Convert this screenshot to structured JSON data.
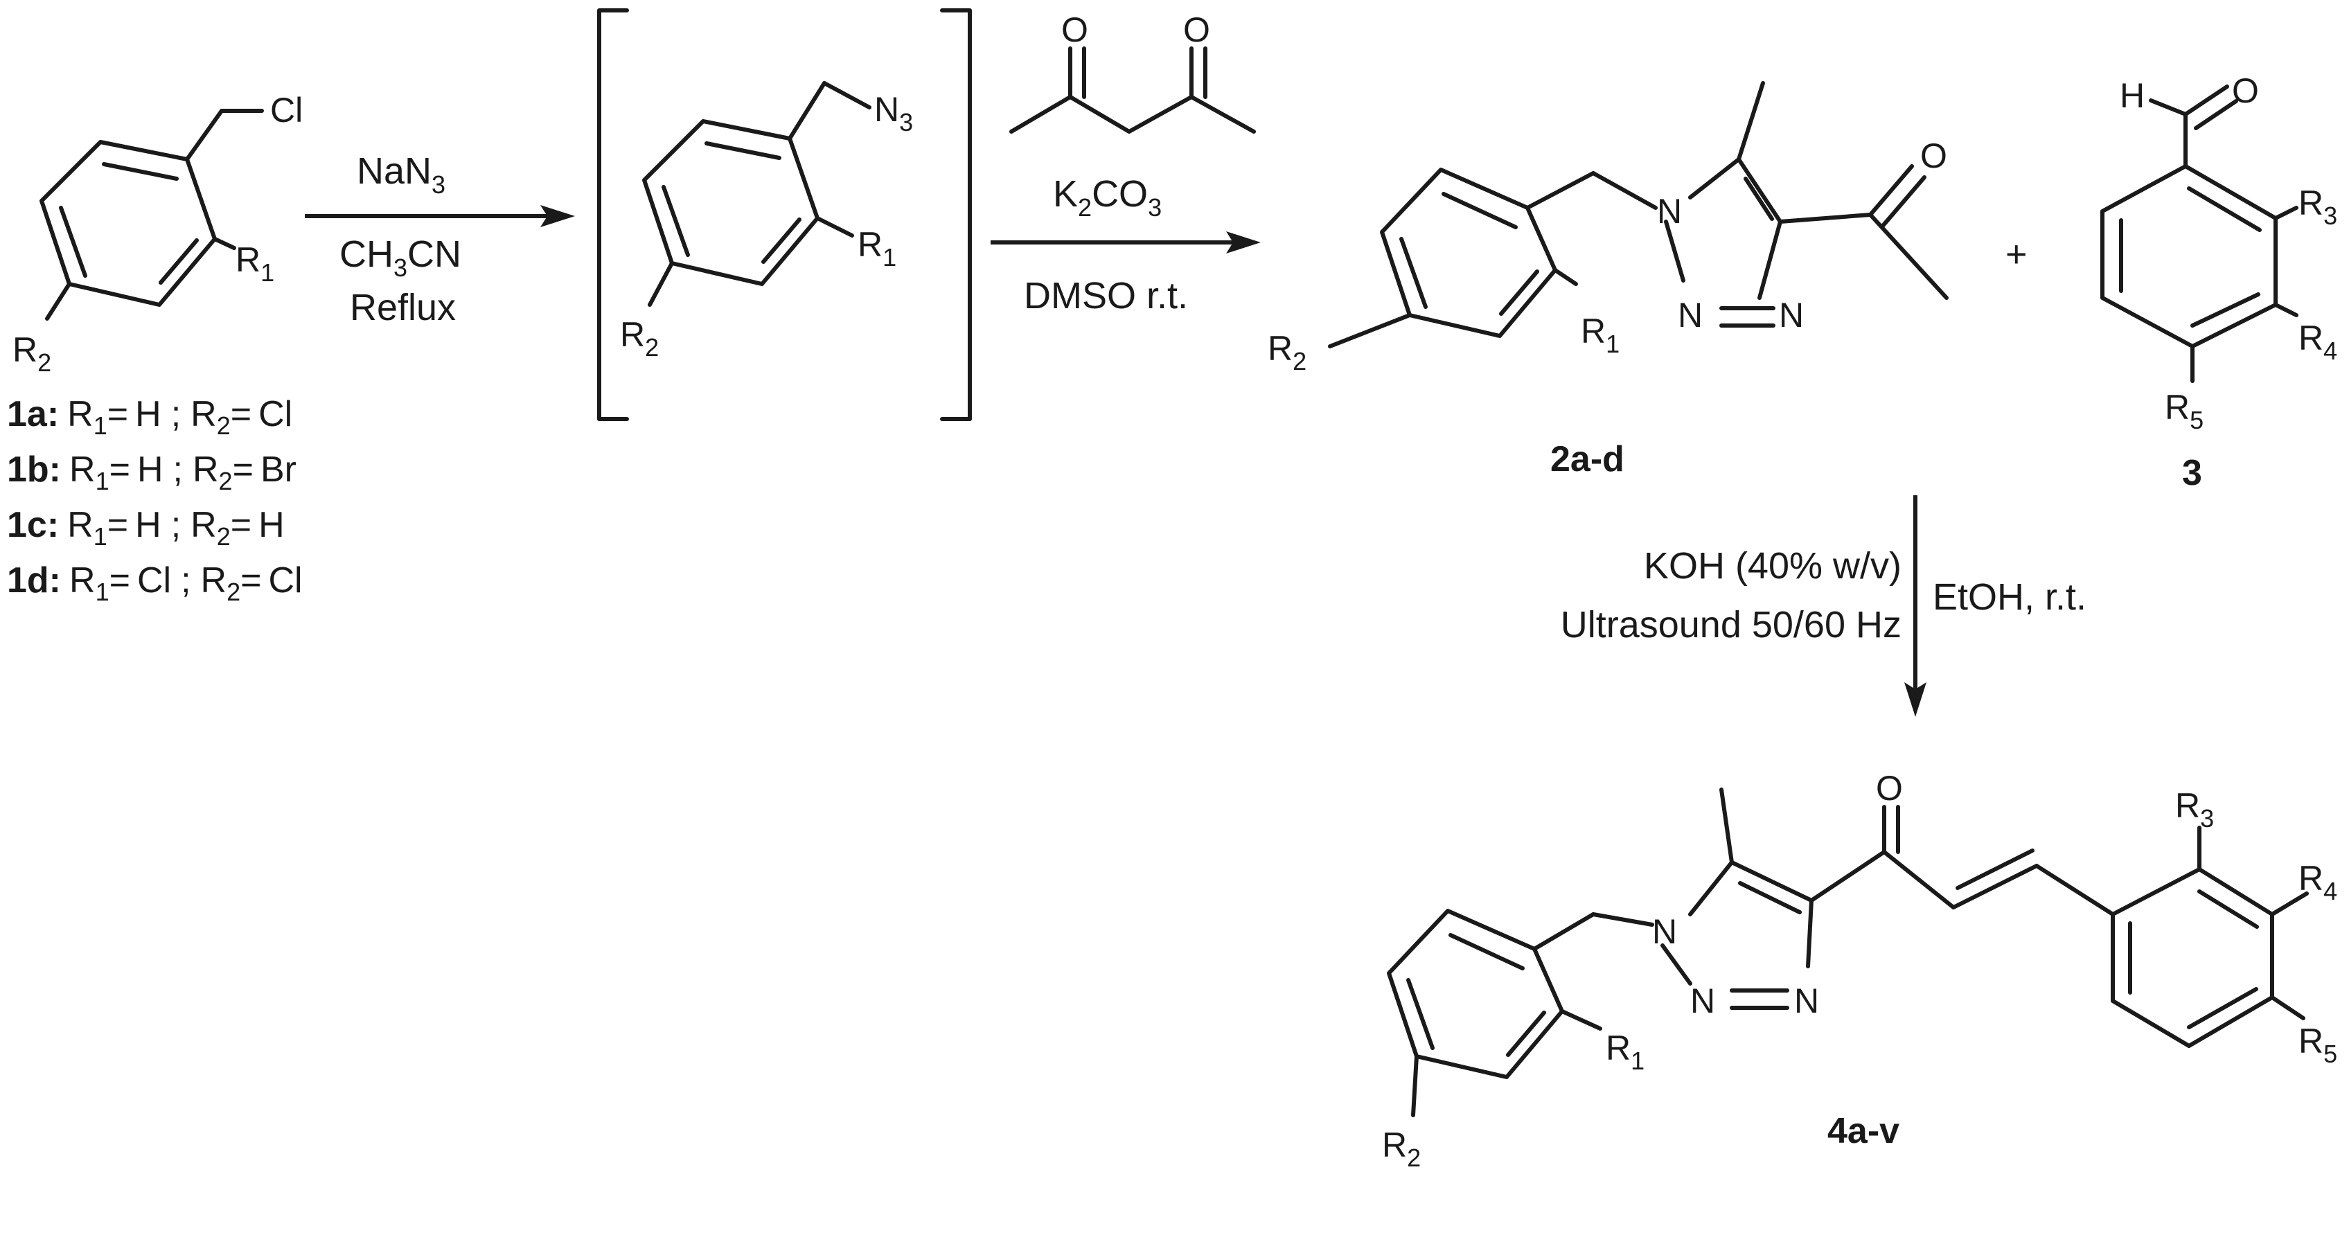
{
  "figure": {
    "reagents_step1": {
      "line1": "NaN",
      "line1_sub": "3",
      "line2": "CH",
      "line2_sub": "3",
      "line2_tail": "CN",
      "line3": "Reflux"
    },
    "reagents_step2": {
      "line1": "K",
      "line1_sub": "2",
      "line1_mid": "CO",
      "line1_sub2": "3",
      "line2": "DMSO r.t."
    },
    "reagents_step3": {
      "left1": "KOH (40% w/v)",
      "left2": "Ultrasound 50/60 Hz",
      "right1": "EtOH, r.t."
    },
    "plus": "+",
    "labels": {
      "cl": "Cl",
      "n": "N",
      "n3": "N",
      "sub3": "3",
      "o": "O",
      "h": "H",
      "r": "R",
      "s1": "1",
      "s2": "2",
      "s3": "3",
      "s4": "4",
      "s5": "5"
    },
    "compounds": {
      "c2": "2a-d",
      "c3": "3",
      "c4": "4a-v"
    },
    "substituents": [
      {
        "id": "1a:",
        "r1": "H",
        "r2": "Cl"
      },
      {
        "id": "1b:",
        "r1": "H",
        "r2": "Br"
      },
      {
        "id": "1c:",
        "r1": "H",
        "r2": "H"
      },
      {
        "id": "1d:",
        "r1": "Cl",
        "r2": "Cl"
      }
    ],
    "sep": ";",
    "eq": "=",
    "rlet": "R",
    "one": "1",
    "two": "2"
  }
}
